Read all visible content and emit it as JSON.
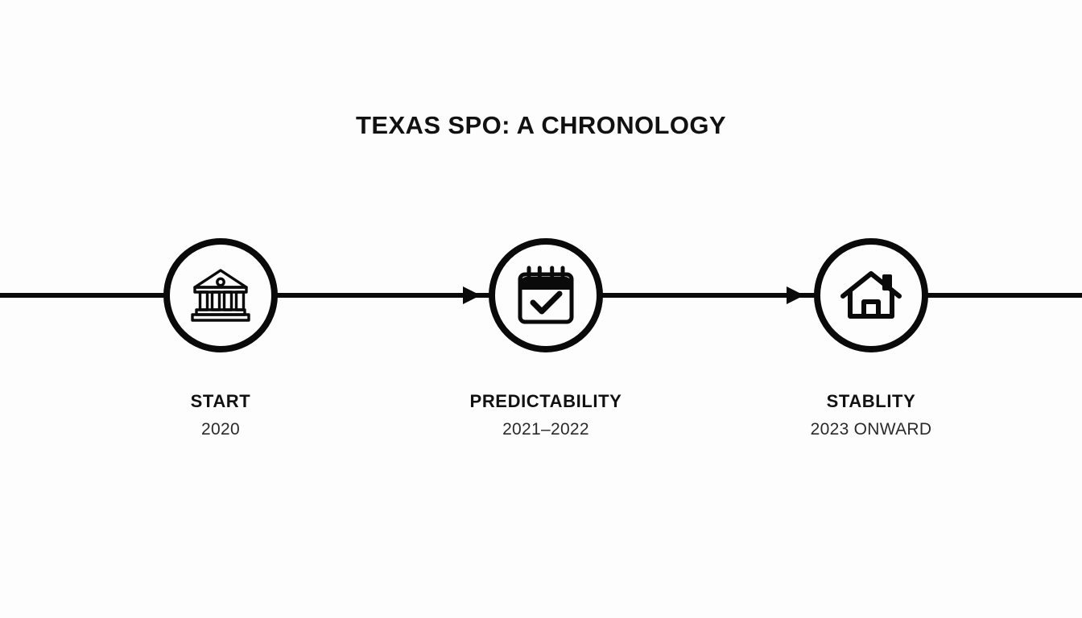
{
  "page": {
    "title": "TEXAS SPO: A CHRONOLOGY",
    "background_color": "#fdfdfd",
    "ink_color": "#0a0a0a"
  },
  "timeline": {
    "orientation": "horizontal",
    "milestones": [
      {
        "id": "start",
        "label": "START",
        "date": "2020",
        "icon": "bank-building-icon"
      },
      {
        "id": "predictability",
        "label": "PREDICTABILITY",
        "date": "2021–2022",
        "icon": "calendar-check-icon"
      },
      {
        "id": "stability",
        "label": "STABLITY",
        "date": "2023 ONWARD",
        "icon": "house-icon"
      }
    ],
    "connectors": [
      {
        "id": "arrow-1",
        "from": "start",
        "to": "predictability",
        "style": "arrow-right"
      },
      {
        "id": "arrow-2",
        "from": "predictability",
        "to": "stability",
        "style": "arrow-right"
      }
    ]
  }
}
